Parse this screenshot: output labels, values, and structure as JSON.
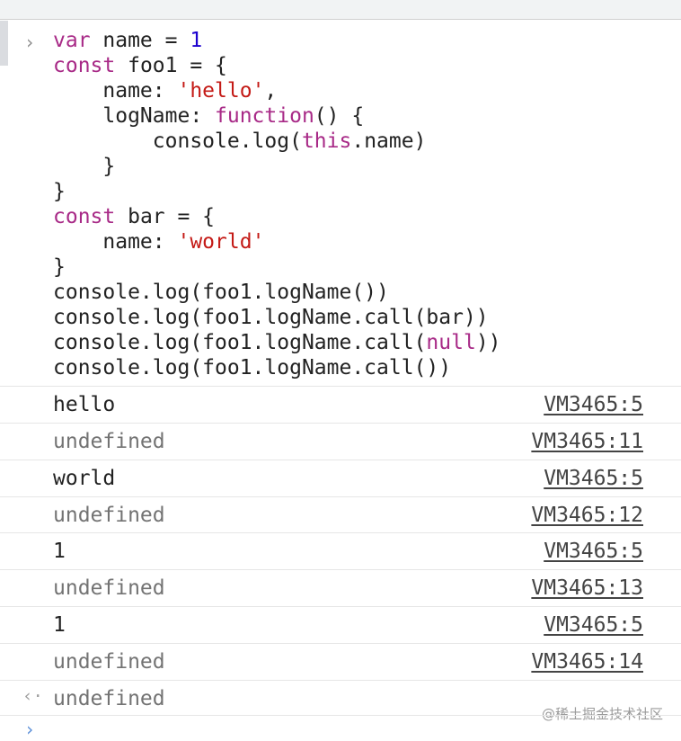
{
  "console": {
    "prompt_symbol": "›",
    "code_lines": [
      [
        {
          "t": "var",
          "c": "kw"
        },
        {
          "t": " name = "
        },
        {
          "t": "1",
          "c": "num"
        }
      ],
      [
        {
          "t": "const",
          "c": "kw"
        },
        {
          "t": " foo1 = {"
        }
      ],
      [
        {
          "t": "    name: "
        },
        {
          "t": "'hello'",
          "c": "str"
        },
        {
          "t": ","
        }
      ],
      [
        {
          "t": "    logName: "
        },
        {
          "t": "function",
          "c": "kw"
        },
        {
          "t": "() {"
        }
      ],
      [
        {
          "t": "        console.log("
        },
        {
          "t": "this",
          "c": "kw"
        },
        {
          "t": ".name)"
        }
      ],
      [
        {
          "t": "    }"
        }
      ],
      [
        {
          "t": "}"
        }
      ],
      [
        {
          "t": "const",
          "c": "kw"
        },
        {
          "t": " bar = {"
        }
      ],
      [
        {
          "t": "    name: "
        },
        {
          "t": "'world'",
          "c": "str"
        }
      ],
      [
        {
          "t": "}"
        }
      ],
      [
        {
          "t": "console.log(foo1.logName())"
        }
      ],
      [
        {
          "t": "console.log(foo1.logName.call(bar))"
        }
      ],
      [
        {
          "t": "console.log(foo1.logName.call("
        },
        {
          "t": "null",
          "c": "kw"
        },
        {
          "t": "))"
        }
      ],
      [
        {
          "t": "console.log(foo1.logName.call())"
        }
      ]
    ],
    "logs": [
      {
        "text": "hello",
        "source": "VM3465:5",
        "dim": false
      },
      {
        "text": "undefined",
        "source": "VM3465:11",
        "dim": true
      },
      {
        "text": "world",
        "source": "VM3465:5",
        "dim": false
      },
      {
        "text": "undefined",
        "source": "VM3465:12",
        "dim": true
      },
      {
        "text": "1",
        "source": "VM3465:5",
        "dim": false
      },
      {
        "text": "undefined",
        "source": "VM3465:13",
        "dim": true
      },
      {
        "text": "1",
        "source": "VM3465:5",
        "dim": false
      },
      {
        "text": "undefined",
        "source": "VM3465:14",
        "dim": true
      }
    ],
    "return_symbol": "‹·",
    "return_value": "undefined",
    "watermark": "@稀土掘金技术社区"
  }
}
